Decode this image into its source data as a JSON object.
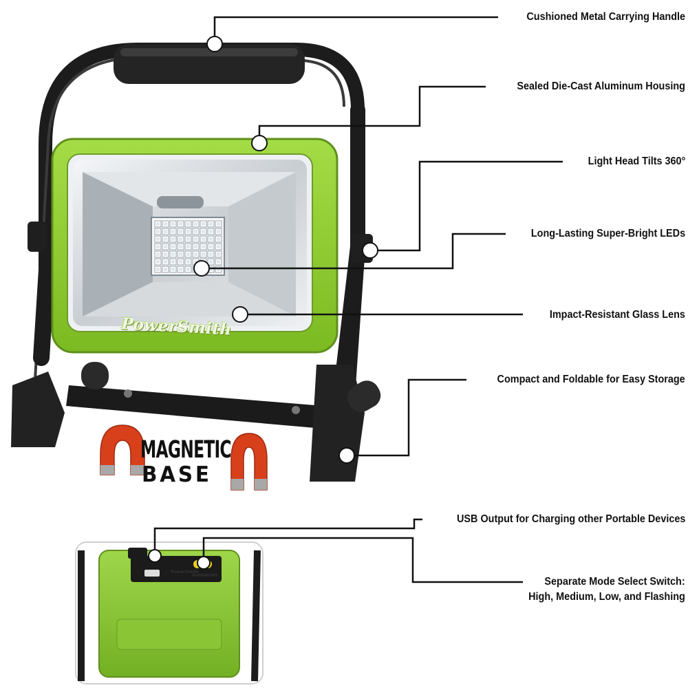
{
  "brand": {
    "logo_text": "PowerSmith",
    "back_panel_logo": "PowerSmith",
    "mode_label": "MODE",
    "on_off_label": "ON/OFF"
  },
  "magnetic_badge": {
    "line1": "MAGNETIC",
    "line2": "BASE"
  },
  "callouts": {
    "handle": "Cushioned Metal Carrying Handle",
    "housing": "Sealed Die-Cast Aluminum Housing",
    "tilt": "Light Head Tilts 360°",
    "leds": "Long-Lasting Super-Bright LEDs",
    "lens": "Impact-Resistant Glass Lens",
    "foldable": "Compact and Foldable for Easy Storage",
    "usb": "USB Output for Charging other Portable Devices",
    "mode_line1": "Separate Mode Select Switch:",
    "mode_line2": "High, Medium, Low, and Flashing"
  },
  "colors": {
    "housing_green": "#8ccc2c",
    "frame_black": "#1c1c1c",
    "magnet_red": "#d8401c",
    "magnet_gray": "#a8a8a8",
    "leader_line": "#111111"
  }
}
